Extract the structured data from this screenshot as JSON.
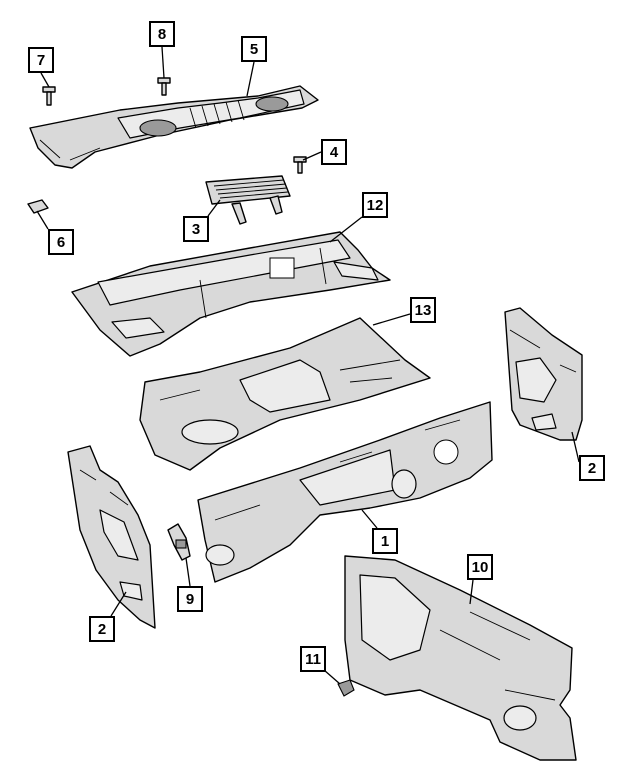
{
  "callouts": [
    {
      "id": "c1",
      "label": "1"
    },
    {
      "id": "c2a",
      "label": "2"
    },
    {
      "id": "c2b",
      "label": "2"
    },
    {
      "id": "c3",
      "label": "3"
    },
    {
      "id": "c4",
      "label": "4"
    },
    {
      "id": "c5",
      "label": "5"
    },
    {
      "id": "c6",
      "label": "6"
    },
    {
      "id": "c7",
      "label": "7"
    },
    {
      "id": "c8",
      "label": "8"
    },
    {
      "id": "c9",
      "label": "9"
    },
    {
      "id": "c10",
      "label": "10"
    },
    {
      "id": "c11",
      "label": "11"
    },
    {
      "id": "c12",
      "label": "12"
    },
    {
      "id": "c13",
      "label": "13"
    }
  ]
}
